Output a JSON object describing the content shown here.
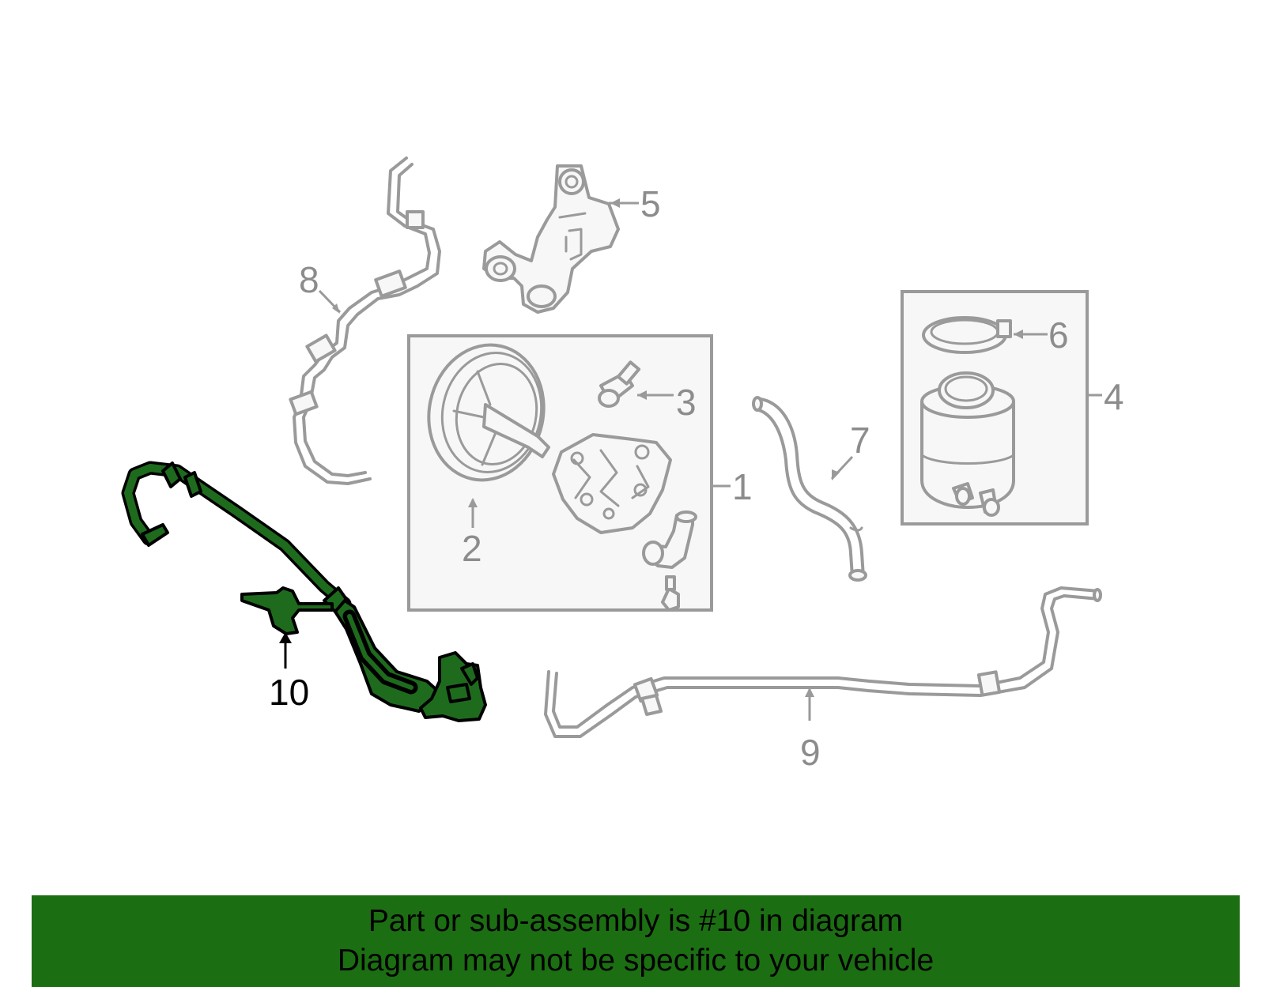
{
  "callouts": {
    "1": "1",
    "2": "2",
    "3": "3",
    "4": "4",
    "5": "5",
    "6": "6",
    "7": "7",
    "8": "8",
    "9": "9",
    "10": "10"
  },
  "highlight": {
    "part_number": "10",
    "color": "#1e6b1e"
  },
  "banner": {
    "line1": "Part or sub-assembly is #10 in diagram",
    "line2": "Diagram may not be specific to your vehicle",
    "background": "#1c6e12"
  },
  "icons": {
    "pump": "power-steering-pump-icon",
    "reservoir": "fluid-reservoir-icon",
    "hose": "pressure-hose-icon"
  }
}
